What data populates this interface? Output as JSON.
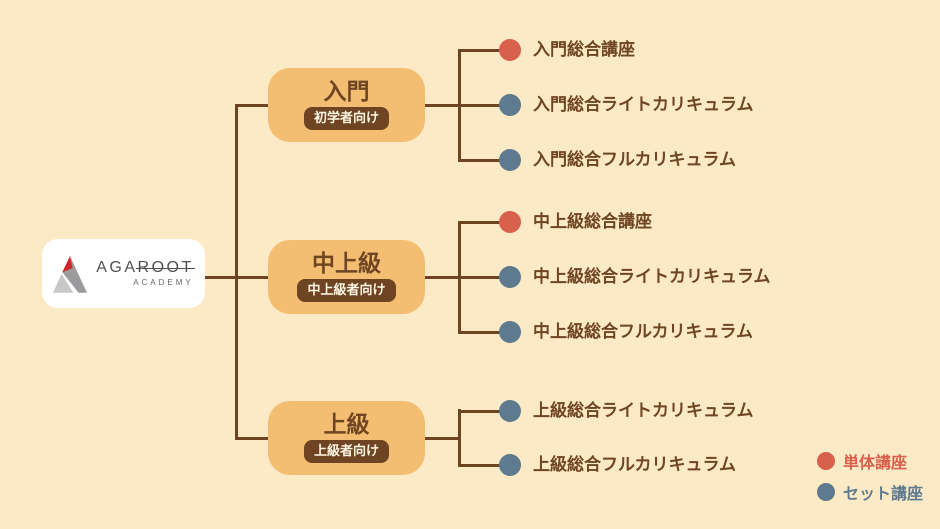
{
  "palette": {
    "background": "#FCEAC7",
    "line": "#6E4423",
    "node_fill": "#F4BE72",
    "text_brown": "#6F4523",
    "badge_bg": "#6E4423",
    "badge_text": "#FFF6E3",
    "single_course": "#D9604C",
    "set_course": "#5E7A8E",
    "card_bg": "#FFFFFF"
  },
  "logo": {
    "name": "AGAROOT",
    "subtitle": "ACADEMY",
    "mark": "triangle-mountain-logo"
  },
  "groups": [
    {
      "node": {
        "title": "入門",
        "badge": "初学者向け"
      },
      "items": [
        {
          "label": "入門総合講座",
          "type": "single"
        },
        {
          "label": "入門総合ライトカリキュラム",
          "type": "set"
        },
        {
          "label": "入門総合フルカリキュラム",
          "type": "set"
        }
      ]
    },
    {
      "node": {
        "title": "中上級",
        "badge": "中上級者向け"
      },
      "items": [
        {
          "label": "中上級総合講座",
          "type": "single"
        },
        {
          "label": "中上級総合ライトカリキュラム",
          "type": "set"
        },
        {
          "label": "中上級総合フルカリキュラム",
          "type": "set"
        }
      ]
    },
    {
      "node": {
        "title": "上級",
        "badge": "上級者向け"
      },
      "items": [
        {
          "label": "上級総合ライトカリキュラム",
          "type": "set"
        },
        {
          "label": "上級総合フルカリキュラム",
          "type": "set"
        }
      ]
    }
  ],
  "legend": {
    "items": [
      {
        "label": "単体講座",
        "type": "single"
      },
      {
        "label": "セット講座",
        "type": "set"
      }
    ]
  }
}
